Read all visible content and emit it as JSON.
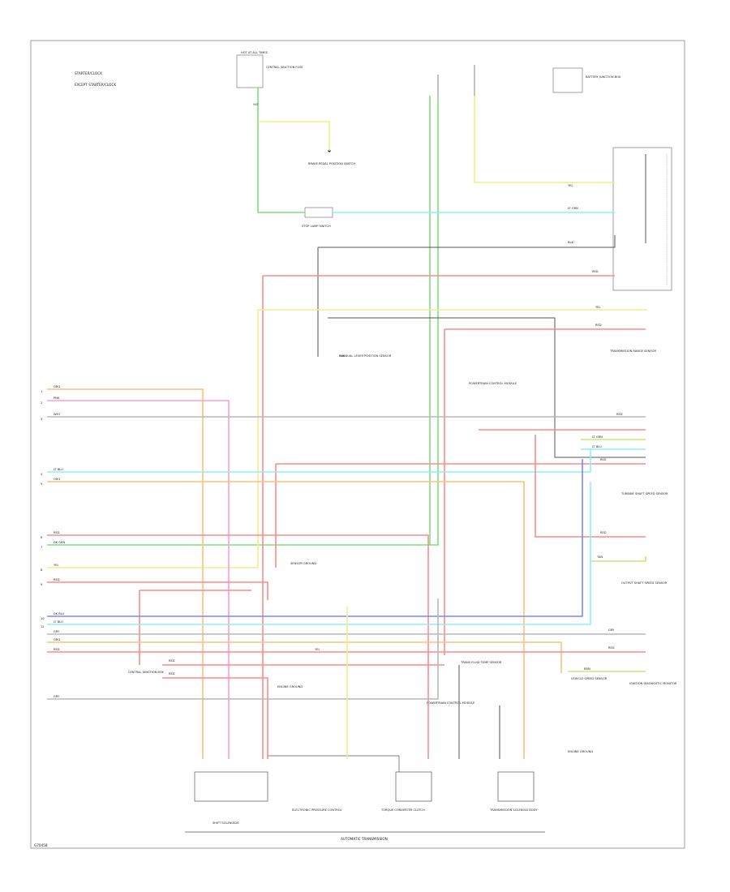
{
  "title": "AUTOMATIC TRANSMISSION",
  "figure_id": "G70458",
  "notes": [
    "STARTER/CLOCK",
    "EXCEPT STARTER/CLOCK"
  ],
  "colors": {
    "red": "#ff8a8a",
    "pink": "#ff9ed0",
    "orange": "#ffc07a",
    "yellow": "#f2ee8a",
    "green": "#7de07d",
    "cyan": "#8ff0f0",
    "blue": "#7a86ff",
    "gray": "#b8b8b8",
    "dark": "#555555",
    "lime": "#c8e87a"
  },
  "components": {
    "hot_fuse": "HOT AT ALL TIMES",
    "fuse_panel": "CENTRAL JUNCTION FUSE",
    "relay": "BRAKE PEDAL POSITION SWITCH",
    "brake_switch": "STOP LAMP SWITCH",
    "battery_junction": "BATTERY JUNCTION BOX",
    "mlp_switch": "MANUAL LEVER POSITION SENSOR",
    "pcm_connector": "POWERTRAIN CONTROL MODULE",
    "tr_sensor": "TRANSMISSION RANGE SENSOR",
    "left_connector": "CENTRAL JUNCTION BOX",
    "idm": "IGNITION DIAGNOSTIC MONITOR",
    "sensor_gnd": "SENSOR GROUND",
    "tss_sensor": "TURBINE SHAFT SPEED SENSOR",
    "oss_sensor": "OUTPUT SHAFT SPEED SENSOR",
    "vss": "VEHICLE SPEED SENSOR",
    "tft": "TRANS FLUID TEMP SENSOR",
    "epc": "ELECTRONIC PRESSURE CONTROL",
    "shift_sol": "SHIFT SOLENOIDS",
    "tcc_sol": "TORQUE CONVERTER CLUTCH",
    "trans_sol": "TRANSMISSION SOLENOID BODY",
    "gnd_label": "ENGINE GROUND"
  },
  "wire_labels": {
    "red": "RED",
    "pnk": "PNK",
    "org": "ORG",
    "yel": "YEL",
    "lg": "LT GRN",
    "dg": "DK GRN",
    "lb": "LT BLU",
    "db": "DK BLU",
    "gry": "GRY",
    "blk": "BLK",
    "wht": "WHT",
    "tan": "TAN",
    "brn": "BRN",
    "vio": "VIO"
  },
  "pin_numbers": [
    "1",
    "2",
    "3",
    "4",
    "5",
    "6",
    "7",
    "8",
    "9",
    "10",
    "11"
  ]
}
